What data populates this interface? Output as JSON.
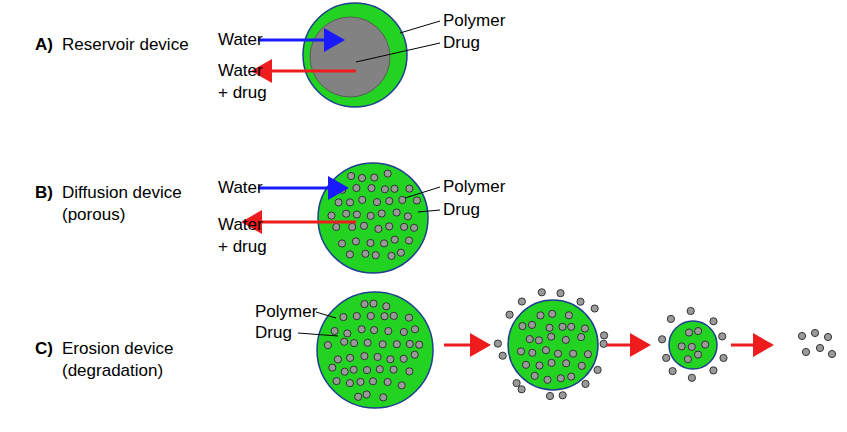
{
  "diagram": {
    "labels": [
      "A)",
      "Reservoir device",
      "Water",
      "Water + drug",
      "Polymer",
      "Drug",
      "B)",
      "Diffusion device (porous)",
      "Water",
      "Water + drug",
      "Polymer",
      "Drug",
      "C)",
      "Erosion device (degradation)",
      "Polymer",
      "Drug"
    ]
  }
}
